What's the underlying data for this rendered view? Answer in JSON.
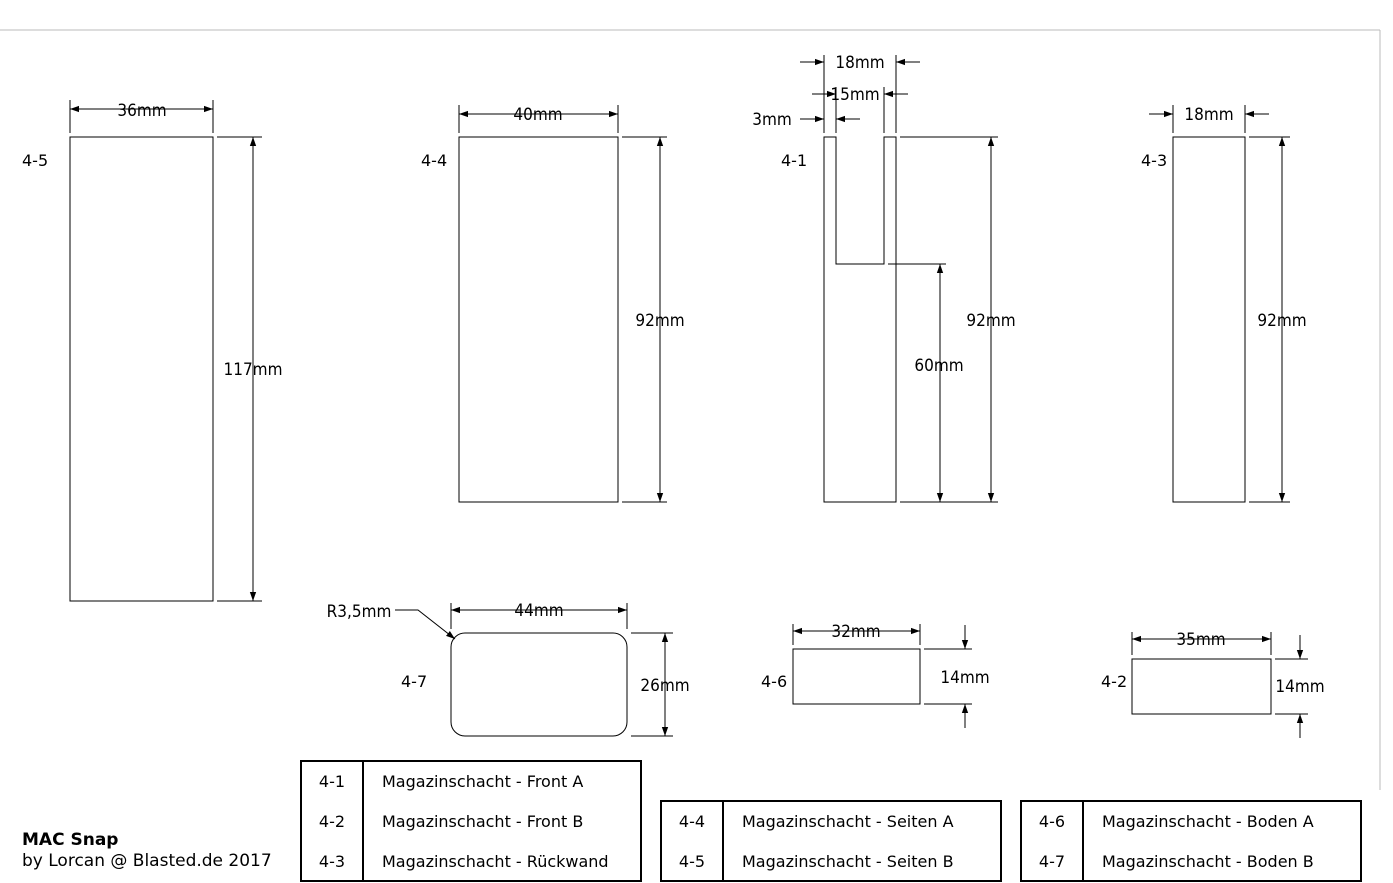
{
  "parts": {
    "p45": {
      "label": "4-5",
      "width": "36mm",
      "height": "117mm"
    },
    "p44": {
      "label": "4-4",
      "width": "40mm",
      "height": "92mm"
    },
    "p41": {
      "label": "4-1",
      "width": "18mm",
      "slot": "15mm",
      "offset": "3mm",
      "height": "92mm",
      "slot_depth": "60mm"
    },
    "p43": {
      "label": "4-3",
      "width": "18mm",
      "height": "92mm"
    },
    "p47": {
      "label": "4-7",
      "width": "44mm",
      "height": "26mm",
      "radius": "R3,5mm"
    },
    "p46": {
      "label": "4-6",
      "width": "32mm",
      "height": "14mm"
    },
    "p42": {
      "label": "4-2",
      "width": "35mm",
      "height": "14mm"
    }
  },
  "credit": {
    "title": "MAC Snap",
    "byline": "by Lorcan @ Blasted.de 2017"
  },
  "legend": [
    [
      {
        "id": "4-1",
        "name": "Magazinschacht - Front A"
      },
      {
        "id": "4-2",
        "name": "Magazinschacht - Front B"
      },
      {
        "id": "4-3",
        "name": "Magazinschacht - Rückwand"
      }
    ],
    [
      {
        "id": "4-4",
        "name": "Magazinschacht - Seiten A"
      },
      {
        "id": "4-5",
        "name": "Magazinschacht - Seiten B"
      }
    ],
    [
      {
        "id": "4-6",
        "name": "Magazinschacht - Boden A"
      },
      {
        "id": "4-7",
        "name": "Magazinschacht - Boden B"
      }
    ]
  ]
}
